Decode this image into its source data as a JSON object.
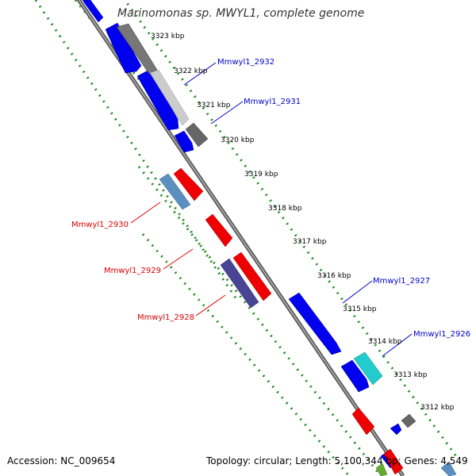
{
  "title": "Marinomonas sp. MWYL1, complete genome",
  "accession": "Accession: NC_009654",
  "summary": "Topology: circular; Length: 5,100,344 bp; Genes: 4,549",
  "ticks": [
    {
      "label": "3323 kbp"
    },
    {
      "label": "3322 kbp"
    },
    {
      "label": "3321 kbp"
    },
    {
      "label": "3320 kbp"
    },
    {
      "label": "3319 kbp"
    },
    {
      "label": "3318 kbp"
    },
    {
      "label": "3317 kbp"
    },
    {
      "label": "3316 kbp"
    },
    {
      "label": "3315 kbp"
    },
    {
      "label": "3314 kbp"
    },
    {
      "label": "3313 kbp"
    },
    {
      "label": "3312 kbp"
    }
  ],
  "genes": [
    {
      "name": "Mmwyl1_2932",
      "strand": "forward",
      "color": "#0000cc"
    },
    {
      "name": "Mmwyl1_2931",
      "strand": "forward",
      "color": "#0000cc"
    },
    {
      "name": "Mmwyl1_2930",
      "strand": "reverse",
      "color": "#dd0000"
    },
    {
      "name": "Mmwyl1_2929",
      "strand": "reverse",
      "color": "#dd0000"
    },
    {
      "name": "Mmwyl1_2928",
      "strand": "reverse",
      "color": "#dd0000"
    },
    {
      "name": "Mmwyl1_2927",
      "strand": "forward",
      "color": "#0000cc"
    },
    {
      "name": "Mmwyl1_2926",
      "strand": "forward",
      "color": "#0000cc"
    }
  ],
  "colors": {
    "forward_cds": "#0000ff",
    "reverse_cds": "#ff0000",
    "backbone": "#808080",
    "ruler": "#228b22",
    "grey_feature": "#666666",
    "steelblue_feature": "#4682b4",
    "cyan_feature": "#00cccc",
    "purple_feature": "#483d8b"
  }
}
